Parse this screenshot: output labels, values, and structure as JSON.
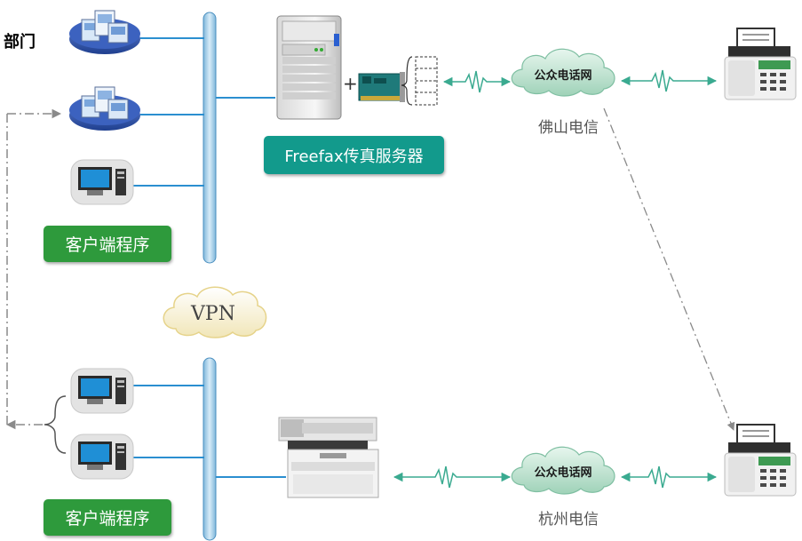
{
  "labels": {
    "department": "部门",
    "freefax_server": "Freefax传真服务器",
    "client_top": "客户端程序",
    "client_bottom": "客户端程序",
    "vpn": "VPN",
    "pstn_top": "公众电话网",
    "pstn_bottom": "公众电话网",
    "carrier_top": "佛山电信",
    "carrier_bottom": "杭州电信"
  },
  "colors": {
    "bus": "#9cc9e6",
    "bus_edge": "#4a8fc0",
    "link": "#2b8fd0",
    "signal": "#3aaa90",
    "server_badge": "#129a8c",
    "client_badge": "#2e9a3c",
    "dashed": "#8a8a8a"
  },
  "icons": [
    "department-icon",
    "computer-icon",
    "server-icon",
    "fax-card-icon",
    "fax-machine-icon",
    "printer-icon",
    "cloud-icon"
  ]
}
